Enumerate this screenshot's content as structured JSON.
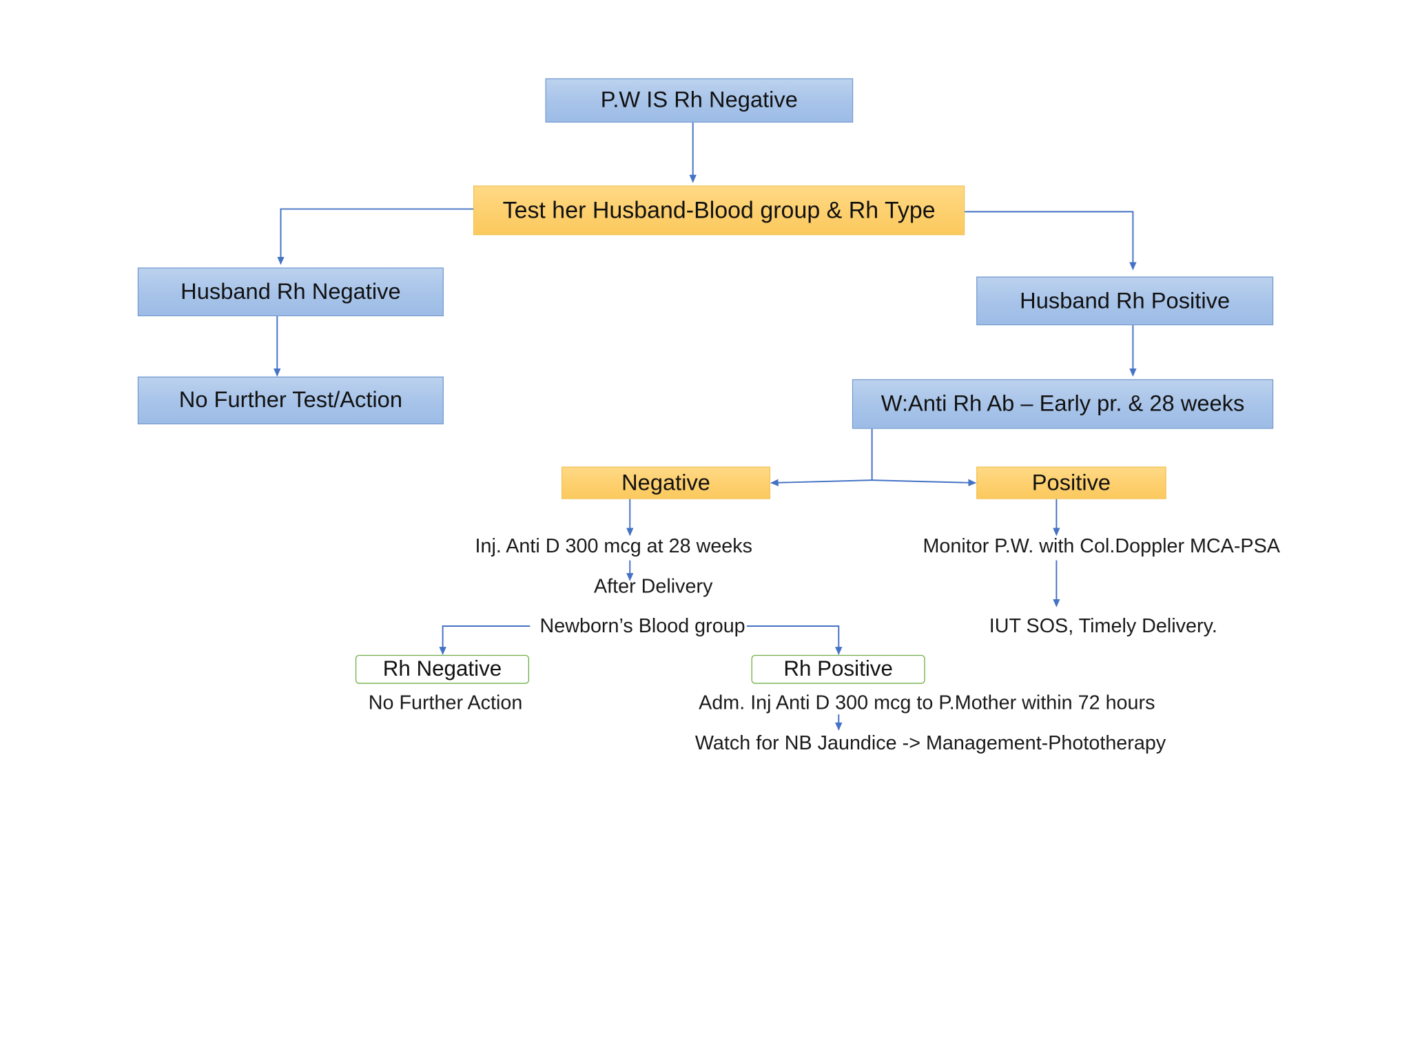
{
  "nodes": {
    "root": "P.W IS Rh Negative",
    "test_husband": "Test her Husband-Blood group & Rh Type",
    "husband_negative": "Husband Rh Negative",
    "no_further_test": "No Further Test/Action",
    "husband_positive": "Husband Rh Positive",
    "anti_rh_ab": "W:Anti Rh Ab – Early pr. & 28 weeks",
    "negative": "Negative",
    "positive": "Positive",
    "rh_negative": "Rh Negative",
    "rh_positive": "Rh Positive"
  },
  "texts": {
    "inj_anti_d": "Inj. Anti D 300 mcg at 28 weeks",
    "after_delivery": "After Delivery",
    "newborn_blood_group": "Newborn’s Blood group",
    "no_further_action": "No Further Action",
    "adm_inj": "Adm. Inj Anti D 300 mcg to P.Mother within 72 hours",
    "watch_nb": "Watch for NB Jaundice  -> Management-Phototherapy",
    "monitor_pw": "Monitor P.W. with Col.Doppler  MCA-PSA",
    "iut_sos": "IUT SOS, Timely Delivery."
  },
  "colors": {
    "blue_box": "#a7c3e9",
    "orange_box": "#fdcf6c",
    "green_border": "#70ad47",
    "connector": "#4472c4"
  }
}
